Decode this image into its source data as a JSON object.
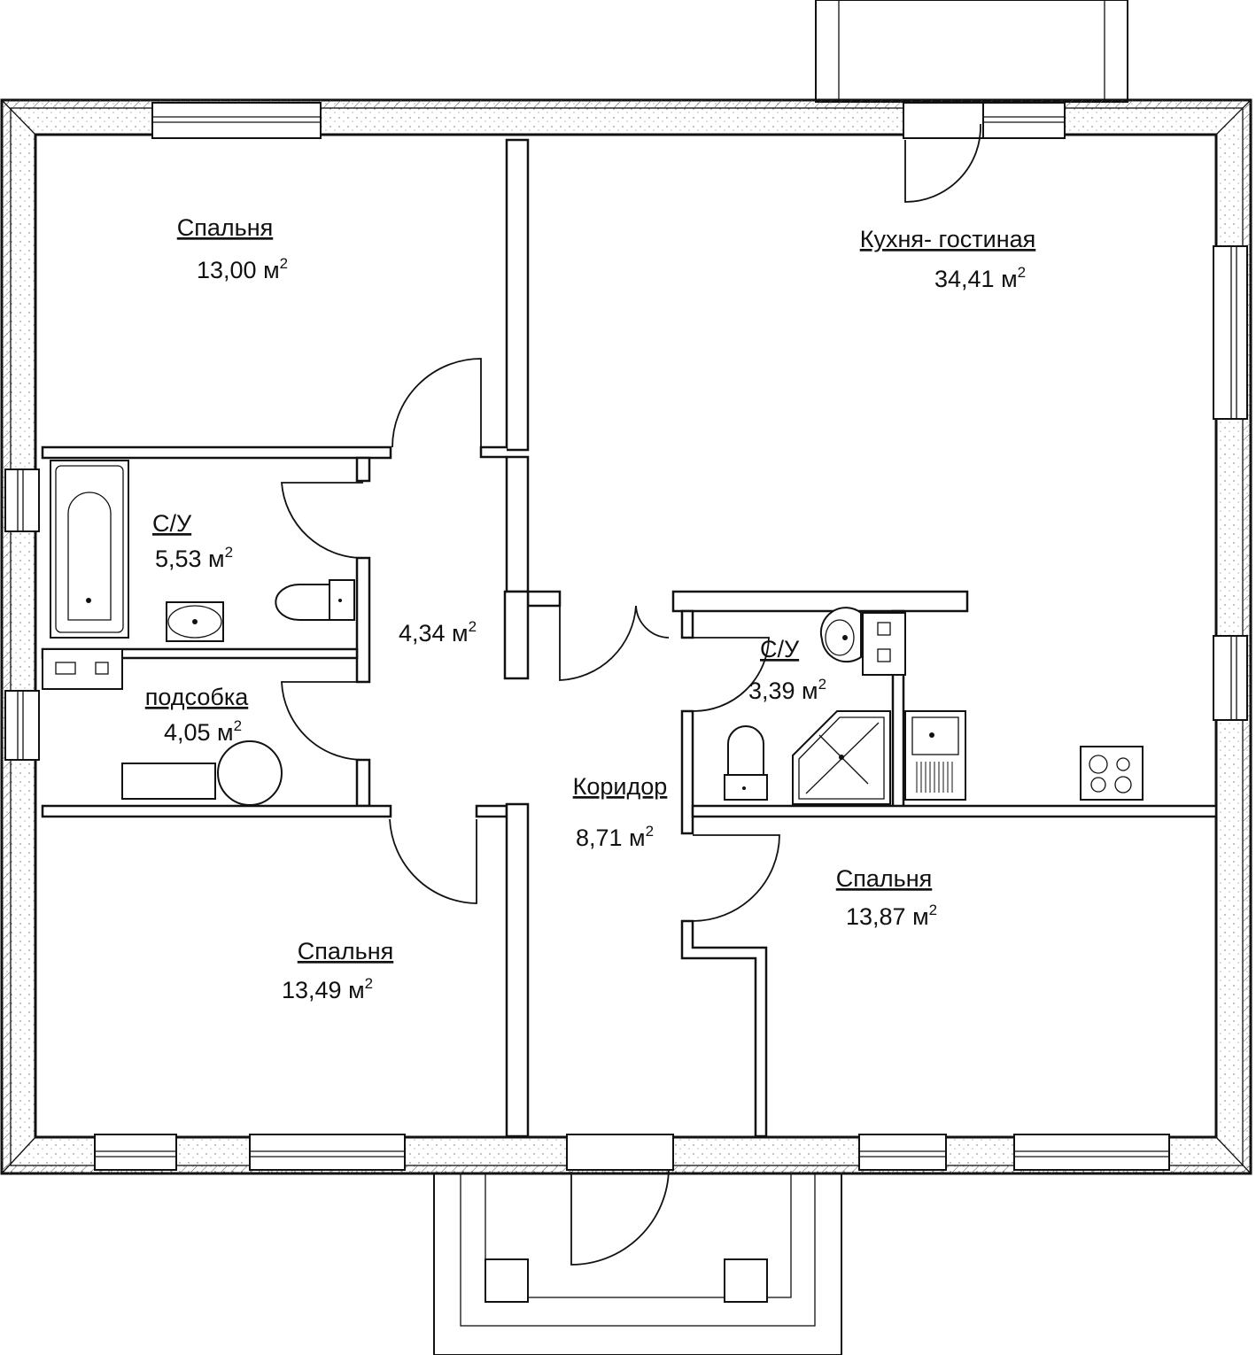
{
  "rooms": [
    {
      "id": "bedroom-1",
      "name": "Спальня",
      "area_value": "13,00 м",
      "area_sup": "2"
    },
    {
      "id": "kitchen-living",
      "name": "Кухня- гостиная",
      "area_value": "34,41 м",
      "area_sup": "2"
    },
    {
      "id": "bathroom-1",
      "name": "С/У",
      "area_value": "5,53 м",
      "area_sup": "2"
    },
    {
      "id": "hall-small",
      "name": "",
      "area_value": "4,34 м",
      "area_sup": "2"
    },
    {
      "id": "utility",
      "name": "подсобка",
      "area_value": "4,05 м",
      "area_sup": "2"
    },
    {
      "id": "bathroom-2",
      "name": "С/У",
      "area_value": "3,39 м",
      "area_sup": "2"
    },
    {
      "id": "corridor",
      "name": "Коридор",
      "area_value": "8,71 м",
      "area_sup": "2"
    },
    {
      "id": "bedroom-2",
      "name": "Спальня",
      "area_value": "13,87 м",
      "area_sup": "2"
    },
    {
      "id": "bedroom-3",
      "name": "Спальня",
      "area_value": "13,49 м",
      "area_sup": "2"
    }
  ]
}
